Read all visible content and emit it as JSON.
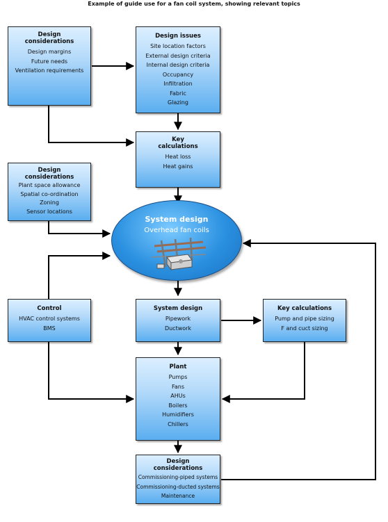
{
  "title": "Example of guide use for a fan coil system, showing relevant topics",
  "boxes": {
    "design_considerations_top": {
      "heading": "Design\nconsiderations",
      "items": [
        "Design margins",
        "Future needs",
        "Ventilation requirements"
      ]
    },
    "design_issues": {
      "heading": "Design issues",
      "items": [
        "Site location factors",
        "External design criteria",
        "Internal design criteria",
        "Occupancy",
        "Infiltration",
        "Fabric",
        "Glazing"
      ]
    },
    "key_calculations_top": {
      "heading": "Key\ncalculations",
      "items": [
        "Heat loss",
        "Heat gains"
      ]
    },
    "design_considerations_mid": {
      "heading": "Design\nconsiderations",
      "items": [
        "Plant space allowance",
        "Spatial co-ordination",
        "Zoning",
        "Sensor locations"
      ]
    },
    "control": {
      "heading": "Control",
      "items": [
        "HVAC control systems",
        "BMS"
      ]
    },
    "system_design_box": {
      "heading": "System design",
      "items": [
        "Pipework",
        "Ductwork"
      ]
    },
    "key_calculations_right": {
      "heading": "Key calculations",
      "items": [
        "Pump and pipe sizing",
        "F and cuct sizing"
      ]
    },
    "plant": {
      "heading": "Plant",
      "items": [
        "Pumps",
        "Fans",
        "AHUs",
        "Boilers",
        "Humidifiers",
        "Chillers"
      ]
    },
    "design_considerations_bottom": {
      "heading": "Design\nconsiderations",
      "items": [
        "Commissioning-piped systems",
        "Commissioning-ducted systems",
        "Maintenance"
      ]
    }
  },
  "central": {
    "title": "System design",
    "subtitle": "Overhead fan coils",
    "icon": "fan-coil-unit-illustration"
  },
  "colors": {
    "box_gradient_top": "#dcefff",
    "box_gradient_bottom": "#5aaef0",
    "ellipse": "#2a90e0",
    "line": "#000000"
  }
}
